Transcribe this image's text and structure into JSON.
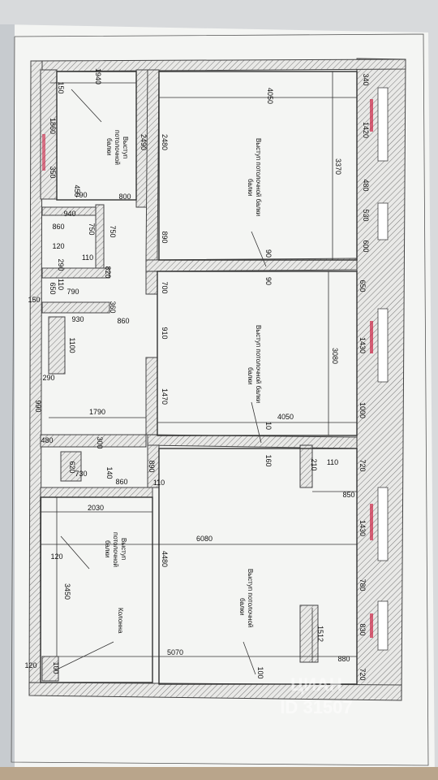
{
  "dims": {
    "d1940": "1940",
    "d150a": "150",
    "d1860": "1860",
    "d350": "350",
    "d2490": "2490",
    "d2480": "2480",
    "d4050a": "4050",
    "d3370": "3370",
    "d340": "340",
    "d1420": "1420",
    "d480a": "480",
    "d530": "530",
    "d600": "600",
    "d450": "450",
    "d790a": "790",
    "d800": "800",
    "d940": "940",
    "d860a": "860",
    "d750a": "750",
    "d750b": "750",
    "d120a": "120",
    "d110a": "110",
    "d290a": "290",
    "d820": "820",
    "d890a": "890",
    "d90a": "90",
    "d90b": "90",
    "d110b": "110",
    "d650a": "650",
    "d150b": "150",
    "d790b": "790",
    "d360": "360",
    "d700": "700",
    "d930": "930",
    "d860b": "860",
    "d910": "910",
    "d1100": "1100",
    "d650b": "650",
    "d1430a": "1430",
    "d3080": "3080",
    "d290b": "290",
    "d1470": "1470",
    "d1000": "1000",
    "d990": "990",
    "d1790": "1790",
    "d4050b": "4050",
    "d10": "10",
    "d480b": "480",
    "d300": "300",
    "d160": "160",
    "d210": "210",
    "d110c": "110",
    "d720a": "720",
    "d620": "620",
    "d730": "730",
    "d140": "140",
    "d860c": "860",
    "d890b": "890",
    "d110d": "110",
    "d850": "850",
    "d2030": "2030",
    "d1430b": "1430",
    "d6080": "6080",
    "d120b": "120",
    "d4480": "4480",
    "d3450": "3450",
    "d780": "780",
    "d830": "830",
    "d1512": "1512",
    "d5070": "5070",
    "d880": "880",
    "d120c": "120",
    "d100a": "100",
    "d100b": "100",
    "d720b": "720"
  },
  "notes": {
    "beam": "Выступ потолочной балки",
    "beam_l1": "Выступ",
    "beam_l2": "потолочной",
    "beam_l3": "балки",
    "beam_r1": "Выступ потолочной",
    "beam_r2": "балки",
    "column": "Колонна"
  },
  "watermark": {
    "brand": "ЦИАН",
    "id": "ID 31507"
  }
}
